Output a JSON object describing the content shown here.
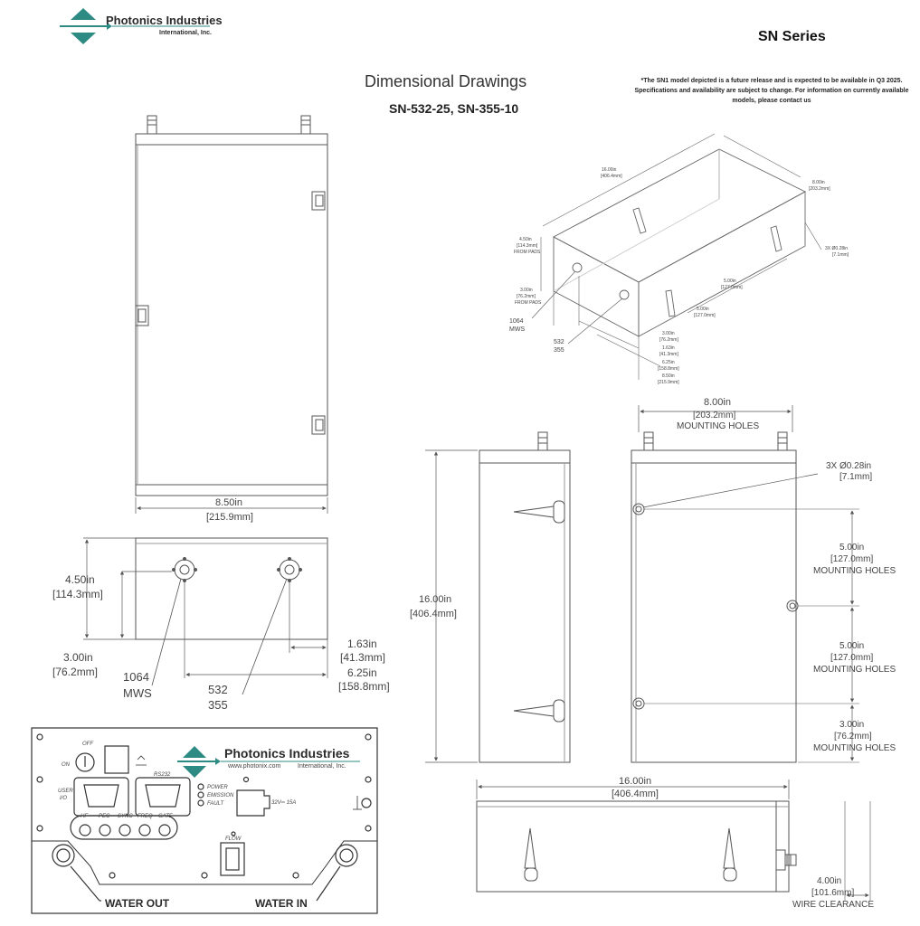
{
  "header": {
    "company_name": "Photonics Industries",
    "company_suffix": "International, Inc.",
    "series": "SN Series"
  },
  "document": {
    "title": "Dimensional Drawings",
    "models": "SN-532-25, SN-355-10",
    "footnote": "*The SN1 model depicted is a future release and is expected to be available in Q3 2025. Specifications and availability are subject to change. For information on currently available models, please contact us"
  },
  "top_view": {
    "width_in": "8.50in",
    "width_mm": "[215.9mm]"
  },
  "front_view": {
    "height_in": "4.50in",
    "height_mm": "[114.3mm]",
    "port_height_in": "3.00in",
    "port_height_mm": "[76.2mm]",
    "offset1_in": "1.63in",
    "offset1_mm": "[41.3mm]",
    "offset2_in": "6.25in",
    "offset2_mm": "[158.8mm]",
    "port1_label_a": "1064",
    "port1_label_b": "MWS",
    "port2_label_a": "532",
    "port2_label_b": "355"
  },
  "iso_view": {
    "length": "16.00in",
    "length_mm": "[406.4mm]",
    "width": "8.00in",
    "width_mm": "[203.2mm]",
    "height": "4.50in",
    "height_mm": "[114.3mm]",
    "height_note": "FROM PADS",
    "port_h": "3.00in",
    "port_h_mm": "[76.2mm]",
    "port_h_note": "FROM PADS",
    "hole": "3X Ø0.28in",
    "hole_mm": "[7.1mm]",
    "spacing1": "5.00in",
    "spacing1_mm": "[127.0mm]",
    "spacing2": "5.00in",
    "spacing2_mm": "[127.0mm]",
    "dim_a": "3.00in",
    "dim_a_mm": "[76.2mm]",
    "dim_b": "1.63in",
    "dim_b_mm": "[41.3mm]",
    "dim_c": "6.25in",
    "dim_c_mm": "[158.8mm]",
    "dim_d": "8.50in",
    "dim_d_mm": "[215.9mm]",
    "label_1064": "1064",
    "label_mws": "MWS",
    "label_532": "532",
    "label_355": "355"
  },
  "side_views": {
    "length": "16.00in",
    "length_mm": "[406.4mm]",
    "holes_width": "8.00in",
    "holes_width_mm": "[203.2mm]",
    "holes_label": "MOUNTING HOLES",
    "hole_callout": "3X  Ø0.28in",
    "hole_callout_mm": "[7.1mm]",
    "spacing1": "5.00in",
    "spacing1_mm": "[127.0mm]",
    "spacing1_label": "MOUNTING HOLES",
    "spacing2": "5.00in",
    "spacing2_mm": "[127.0mm]",
    "spacing2_label": "MOUNTING HOLES",
    "bottom": "3.00in",
    "bottom_mm": "[76.2mm]",
    "bottom_label": "MOUNTING HOLES"
  },
  "bottom_view": {
    "length": "16.00in",
    "length_mm": "[406.4mm]",
    "clearance": "4.00in",
    "clearance_mm": "[101.6mm]",
    "clearance_label": "WIRE CLEARANCE"
  },
  "rear_panel": {
    "off": "OFF",
    "on": "ON",
    "rs232": "RS232",
    "user_io_a": "USER",
    "user_io_b": "I/O",
    "power": "POWER",
    "emission": "EMISSION",
    "fault": "FAULT",
    "voltage": "32V═ 15A",
    "connectors": [
      "HF",
      "PEC",
      "SYNC",
      "FREQ",
      "GATE"
    ],
    "flow": "FLOW",
    "company_name": "Photonics Industries",
    "website": "www.photonix.com",
    "company_suffix": "International, Inc.",
    "water_out": "WATER OUT",
    "water_in": "WATER IN"
  },
  "colors": {
    "brand_teal": "#2e8b84",
    "line": "#555555"
  }
}
